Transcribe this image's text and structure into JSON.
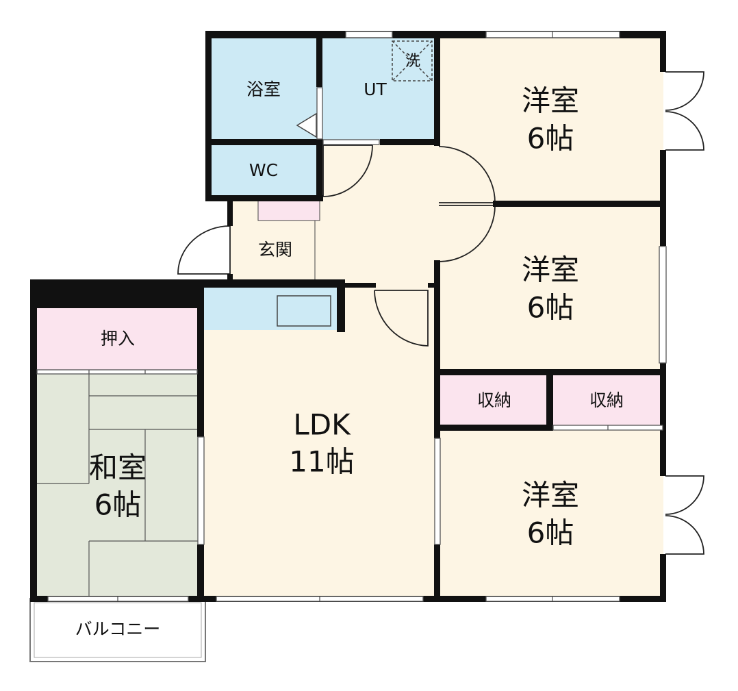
{
  "rooms": {
    "bath": "浴室",
    "utility": "UT",
    "washer_mark": "洗",
    "wc": "WC",
    "entrance": "玄関",
    "oshiire": "押入",
    "ldk": {
      "name": "LDK",
      "size": "11帖"
    },
    "washitsu": {
      "name": "和室",
      "size": "6帖"
    },
    "yoshitsu_top": {
      "name": "洋室",
      "size": "6帖"
    },
    "yoshitsu_mid": {
      "name": "洋室",
      "size": "6帖"
    },
    "yoshitsu_bottom": {
      "name": "洋室",
      "size": "6帖"
    },
    "storage_left": "収納",
    "storage_right": "収納",
    "balcony": "バルコニー"
  },
  "colors": {
    "wet_area": "#cdeaf5",
    "floor": "#fdf5e4",
    "storage": "#fbe4ee",
    "tatami": "#e3e8da",
    "wall": "#111111"
  }
}
